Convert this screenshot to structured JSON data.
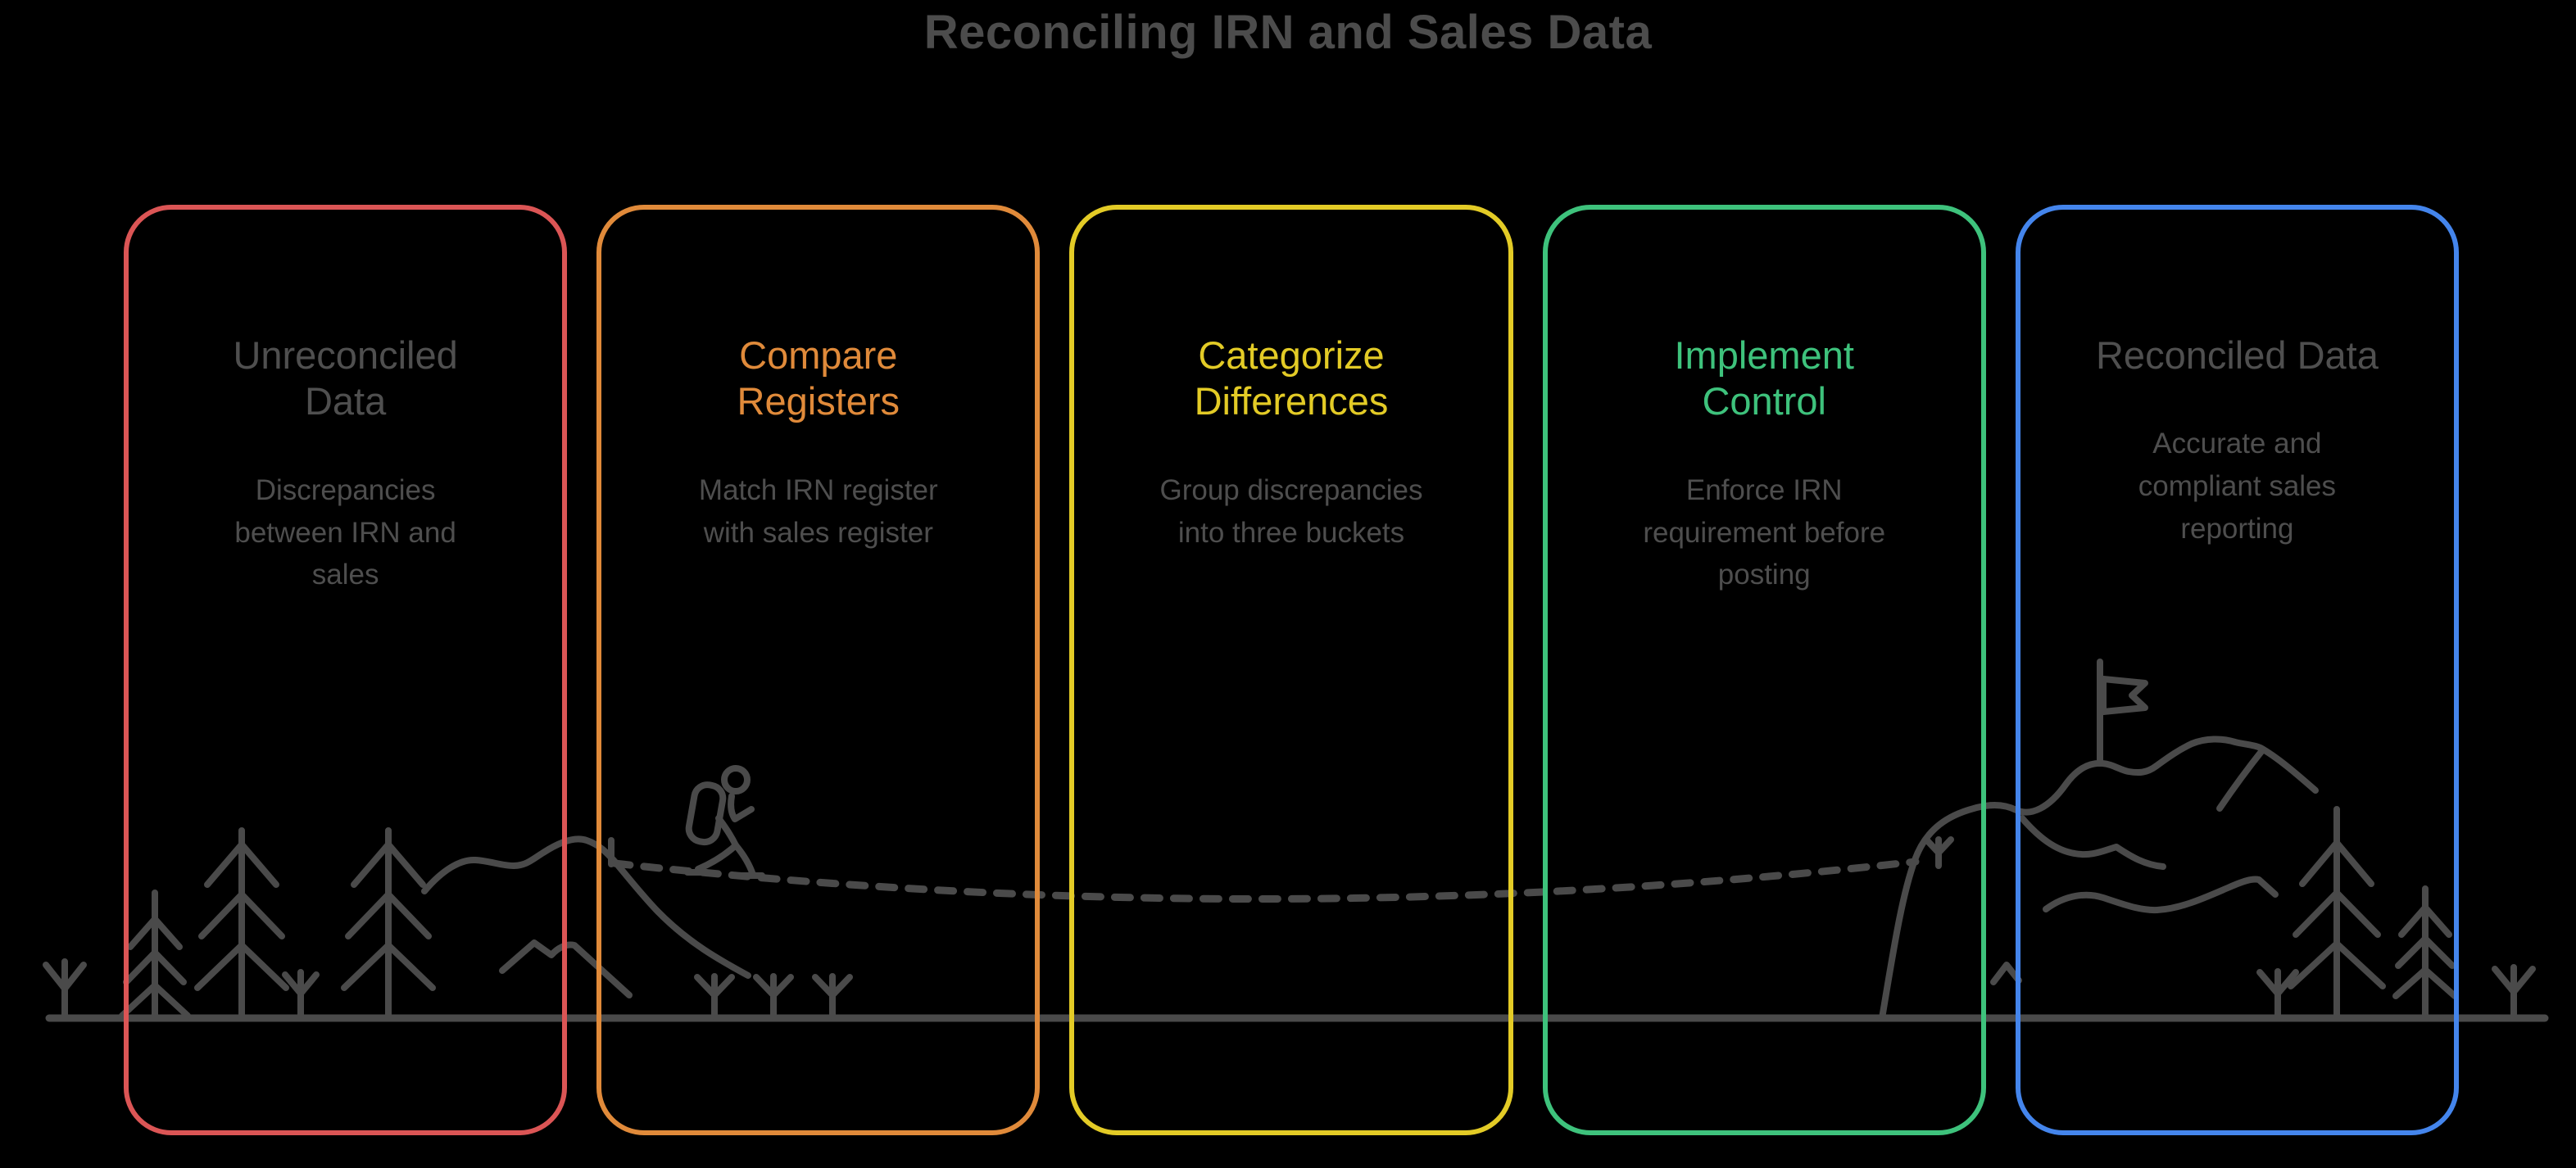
{
  "title": "Reconciling IRN and Sales Data",
  "colors": {
    "background": "#000000",
    "heading_text": "#4C4C4C",
    "body_text": "#4E4E4E",
    "gray_title_text": "#4F4F4F",
    "red": "#DB5555",
    "orange": "#E08A3A",
    "yellow": "#E3CB26",
    "green": "#3EC27C",
    "blue": "#4485EC"
  },
  "cards": [
    {
      "name": "unreconciled-data",
      "title": "Unreconciled\nData",
      "description": "Discrepancies\nbetween IRN and\nsales",
      "border_color": "#DB5555",
      "title_color": "#4F4F4F"
    },
    {
      "name": "compare-registers",
      "title": "Compare\nRegisters",
      "description": "Match IRN register\nwith sales register",
      "border_color": "#E08A3A",
      "title_color": "#E08A3A"
    },
    {
      "name": "categorize-differences",
      "title": "Categorize\nDifferences",
      "description": "Group discrepancies\ninto three buckets",
      "border_color": "#E3CB26",
      "title_color": "#E3CB26"
    },
    {
      "name": "implement-control",
      "title": "Implement\nControl",
      "description": "Enforce IRN\nrequirement before\nposting",
      "border_color": "#3EC27C",
      "title_color": "#3EC27C"
    },
    {
      "name": "reconciled-data",
      "title": "Reconciled Data",
      "description": "Accurate and\ncompliant sales\nreporting",
      "border_color": "#4485EC",
      "title_color": "#4F4F4F"
    }
  ],
  "illustration": {
    "stroke_color": "#4A4A4A",
    "elements": [
      "ground-line",
      "pine-trees",
      "sprouts",
      "hills",
      "trail-post",
      "dashed-trail",
      "hiker-with-backpack",
      "mountain",
      "summit-flag"
    ]
  }
}
